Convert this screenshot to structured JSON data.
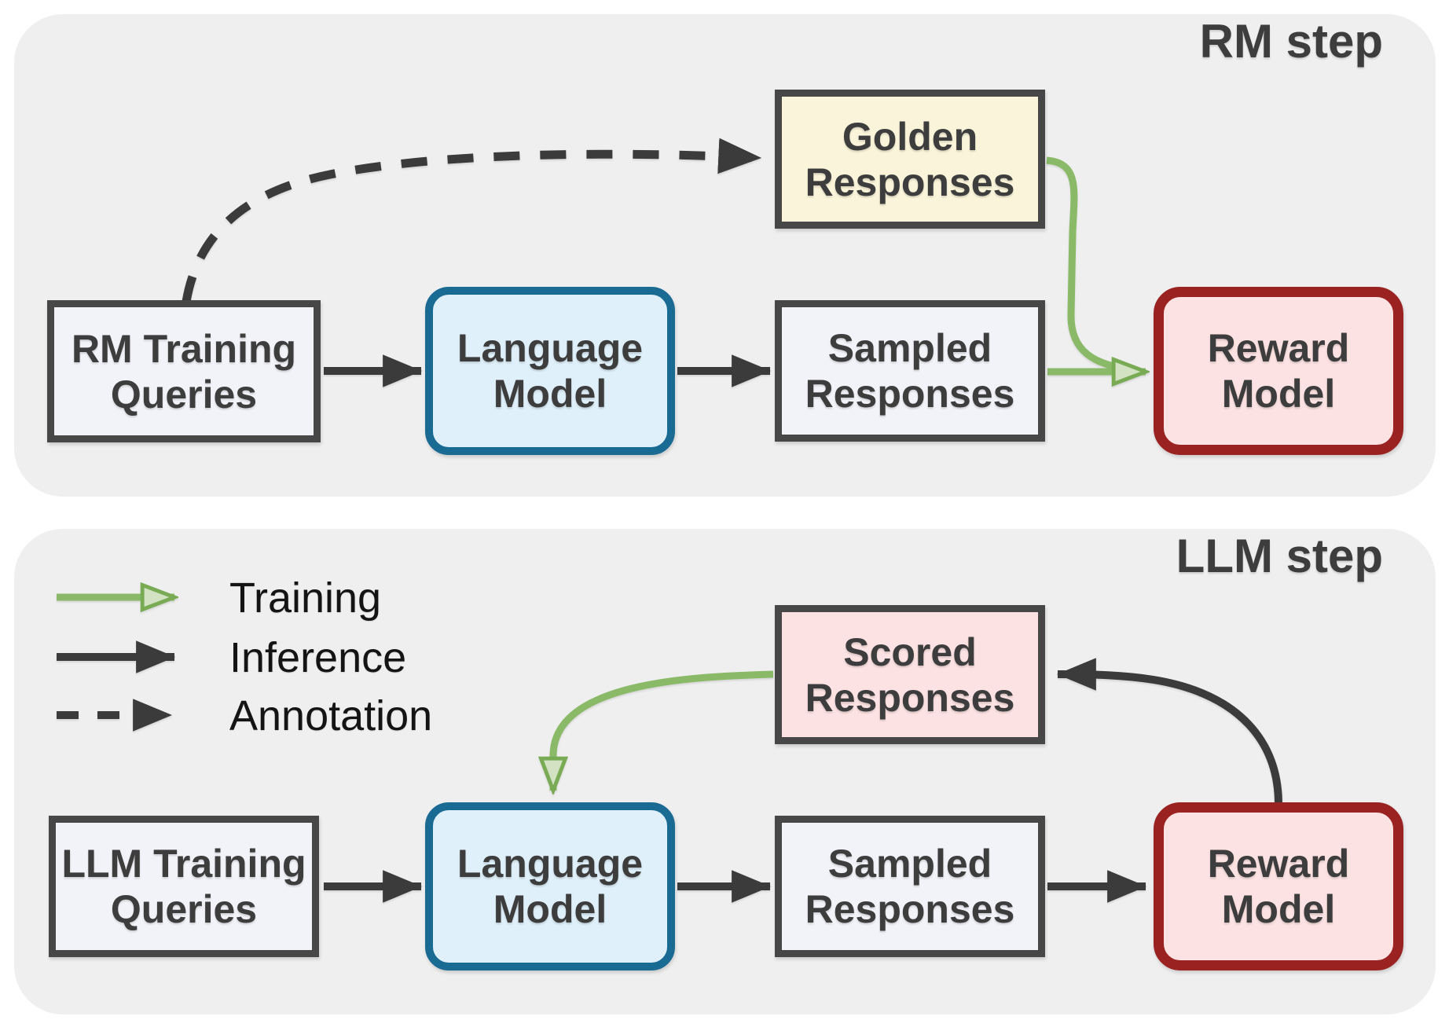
{
  "colors": {
    "page_background": "#ffffff",
    "panel_background": "#efefef",
    "box_border": "#474747",
    "box_text": "#3d3d3d",
    "legend_text": "#141414",
    "plain_box_fill": "#f2f3f8",
    "golden_box_fill": "#faf4da",
    "pink_box_fill": "#fce2e2",
    "reward_model_border": "#9a2322",
    "language_model_fill": "#dff0fa",
    "language_model_border": "#1a6b93",
    "training_arrow_green": "#8aba68",
    "inference_arrow_black": "#3b3b3b"
  },
  "rm_panel": {
    "label": "RM step",
    "boxes": {
      "rm_queries": "RM Training Queries",
      "language_model": "Language Model",
      "golden_responses": "Golden Responses",
      "sampled_responses": "Sampled Responses",
      "reward_model": "Reward Model"
    },
    "edges": [
      {
        "from": "RM Training Queries",
        "to": "Golden Responses",
        "type": "Annotation"
      },
      {
        "from": "RM Training Queries",
        "to": "Language Model",
        "type": "Inference"
      },
      {
        "from": "Language Model",
        "to": "Sampled Responses",
        "type": "Inference"
      },
      {
        "from": "Golden Responses",
        "to": "Reward Model",
        "type": "Training"
      },
      {
        "from": "Sampled Responses",
        "to": "Reward Model",
        "type": "Training"
      }
    ]
  },
  "llm_panel": {
    "label": "LLM step",
    "legend": [
      {
        "label": "Training",
        "style": "green-solid-arrow"
      },
      {
        "label": "Inference",
        "style": "black-solid-arrow"
      },
      {
        "label": "Annotation",
        "style": "black-dashed-arrow"
      }
    ],
    "boxes": {
      "llm_queries": "LLM Training Queries",
      "language_model": "Language Model",
      "scored_responses": "Scored Responses",
      "sampled_responses": "Sampled Responses",
      "reward_model": "Reward Model"
    },
    "edges": [
      {
        "from": "LLM Training Queries",
        "to": "Language Model",
        "type": "Inference"
      },
      {
        "from": "Language Model",
        "to": "Sampled Responses",
        "type": "Inference"
      },
      {
        "from": "Sampled Responses",
        "to": "Reward Model",
        "type": "Inference"
      },
      {
        "from": "Reward Model",
        "to": "Scored Responses",
        "type": "Inference"
      },
      {
        "from": "Scored Responses",
        "to": "Language Model",
        "type": "Training"
      }
    ]
  }
}
